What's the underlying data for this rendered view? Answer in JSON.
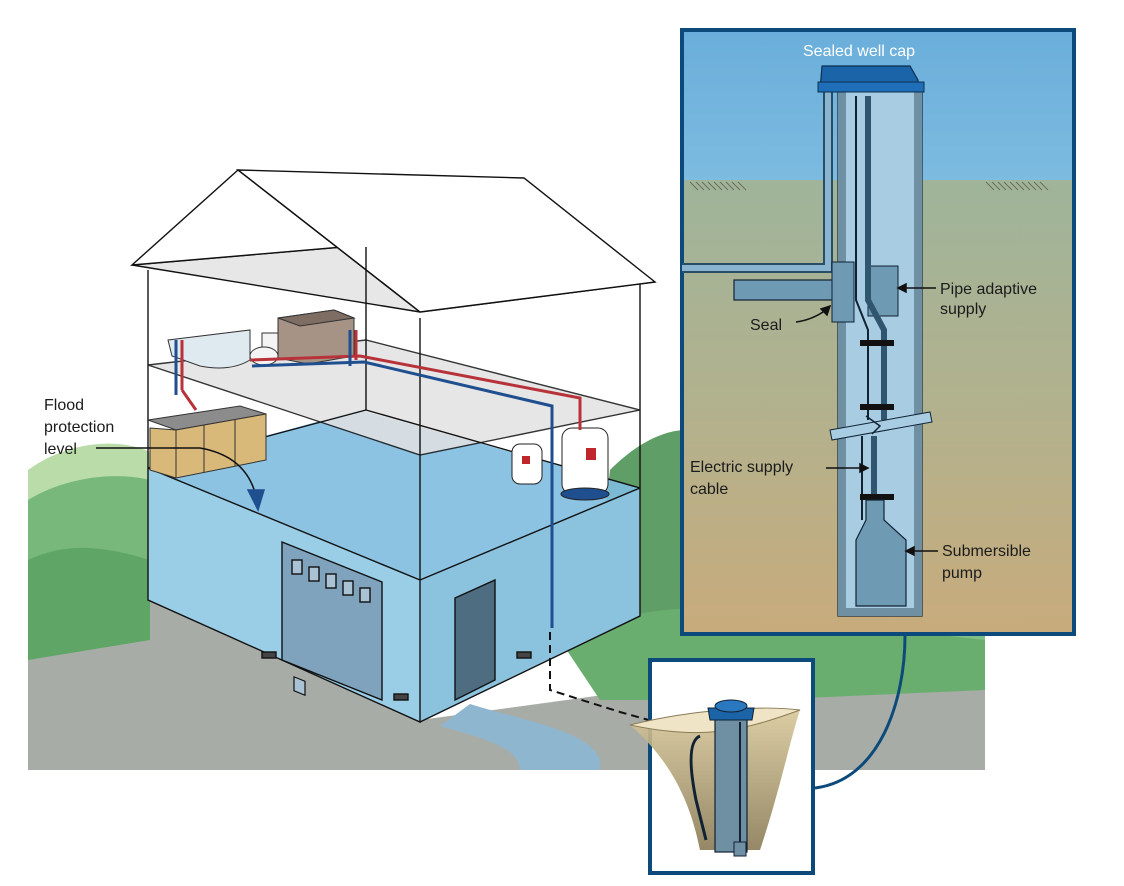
{
  "labels": {
    "sealed_well_cap": "Sealed well cap",
    "pipe_adaptive_supply": [
      "Pipe adaptive",
      "supply"
    ],
    "seal": "Seal",
    "electric_supply_cable": [
      "Electric supply",
      "cable"
    ],
    "submersible_pump": [
      "Submersible",
      "pump"
    ],
    "flood_protection_level": [
      "Flood",
      "protection",
      "level"
    ]
  },
  "colors": {
    "flood_water": "#8ec9e6",
    "sky": "#6fb4db",
    "panel_border": "#0b4a7a",
    "soil_top": "#a8b59a",
    "soil_bottom": "#c3ae83",
    "hill_green": "#5fa565",
    "ground_gray": "#a7aba6",
    "hot_pipe": "#b8323a",
    "cold_pipe": "#1f4f8f"
  }
}
